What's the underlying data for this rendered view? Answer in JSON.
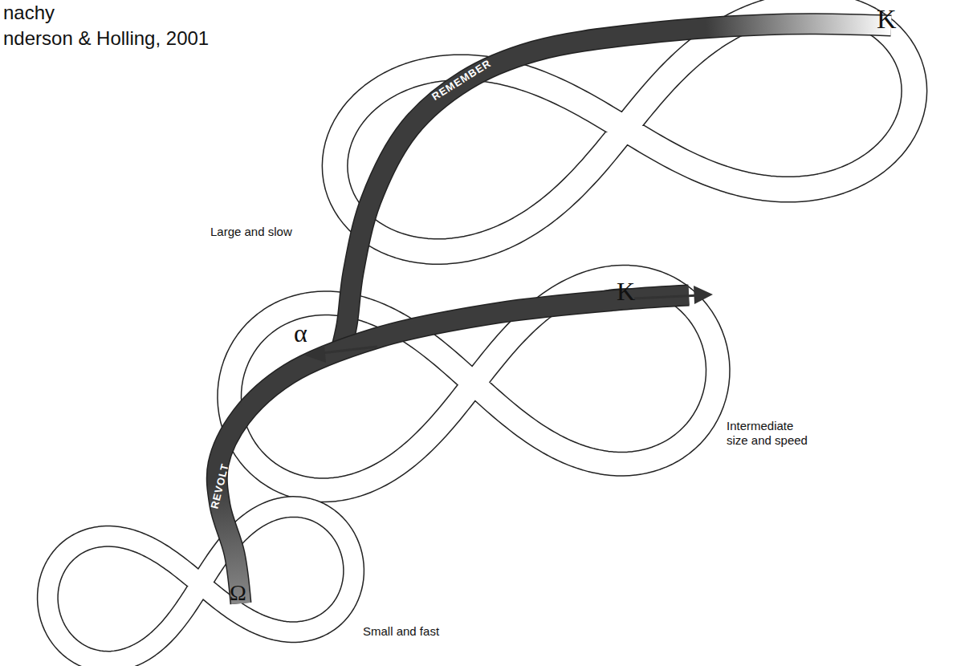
{
  "diagram": {
    "title": "nachy",
    "labels": [
      "nderson & Holling, 2001",
      "K",
      "Large and slow",
      "REMEMBER",
      "α",
      "K",
      "Intermediate size and speed",
      "REVOLT",
      "Ω",
      "Small and fast"
    ]
  }
}
